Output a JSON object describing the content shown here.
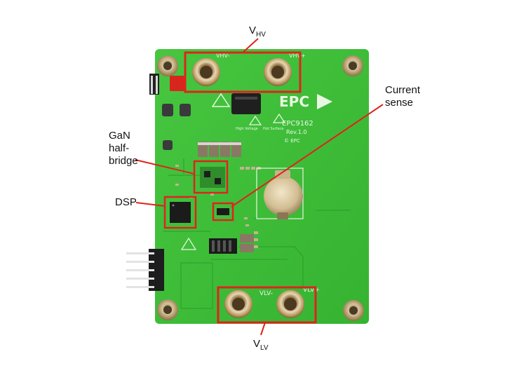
{
  "callouts": {
    "vhv_main": "V",
    "vhv_sub": "HV",
    "vlv_main": "V",
    "vlv_sub": "LV",
    "current_line1": "Current",
    "current_line2": "sense",
    "gan_line1": "GaN",
    "gan_line2": "half-",
    "gan_line3": "bridge",
    "dsp": "DSP"
  },
  "board": {
    "logo_text": "EPC",
    "model": "EPC9162",
    "revision": "Rev.1.0",
    "copyright": "© EPC",
    "vhv_minus_label": "VHV-",
    "vhv_plus_label": "VHV+",
    "vlv_minus_label": "VLV-",
    "vlv_plus_label": "VLV+",
    "hot_surface": "Hot Surface",
    "high_voltage": "High Voltage"
  },
  "colors": {
    "board_green": "#3fbf3a",
    "callout_red": "#e0231c",
    "copper": "#c9a46a"
  }
}
